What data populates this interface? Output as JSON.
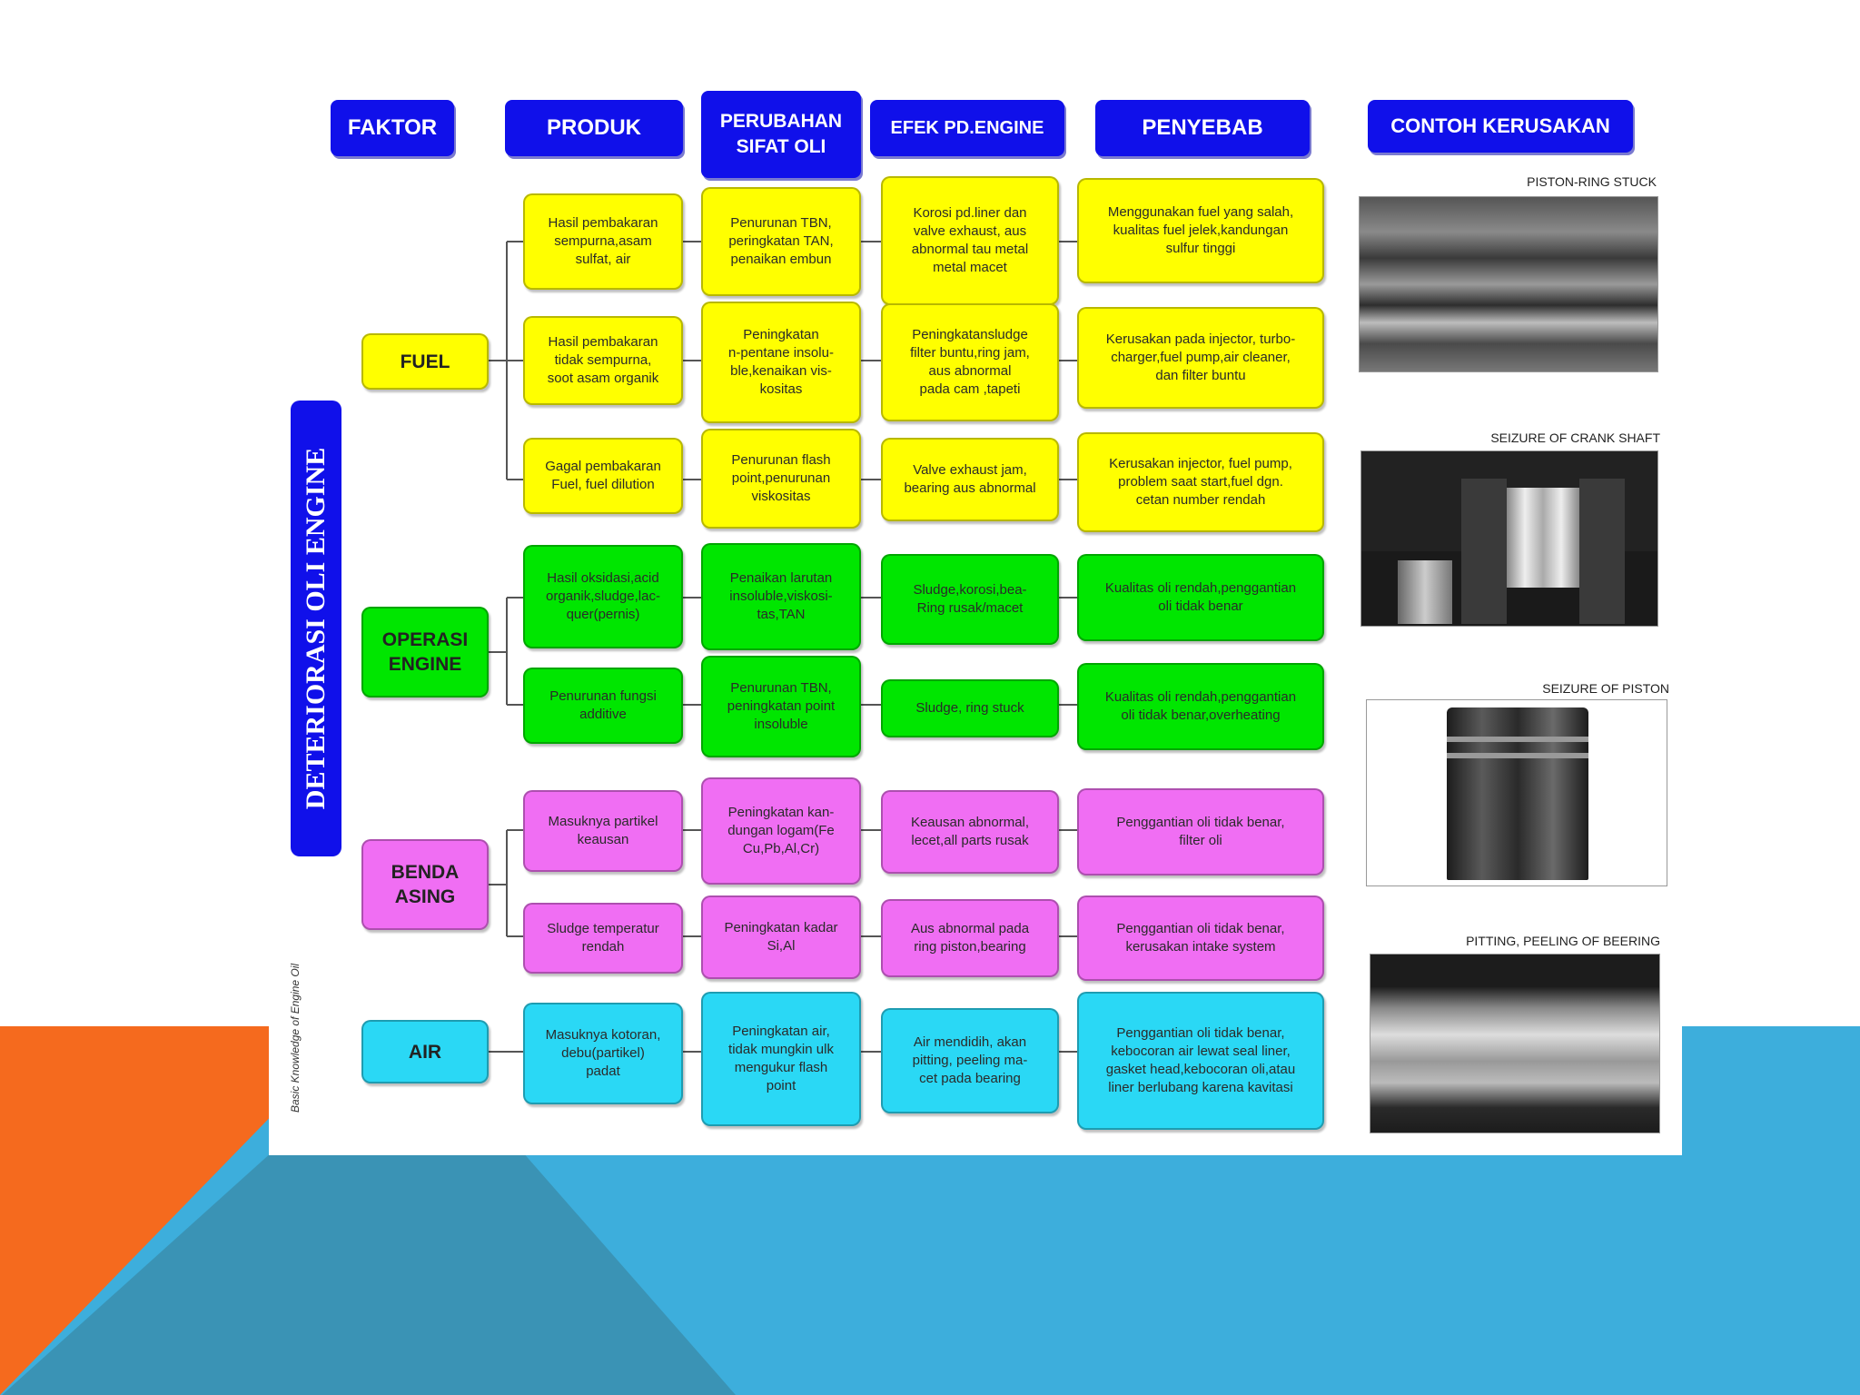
{
  "headers": {
    "faktor": "FAKTOR",
    "produk": "PRODUK",
    "perubahan": "PERUBAHAN\nSIFAT OLI",
    "efek": "EFEK PD.ENGINE",
    "penyebab": "PENYEBAB",
    "contoh": "CONTOH KERUSAKAN"
  },
  "side_title": "DETERIORASI OLI ENGINE",
  "footnote": "Basic Knowledge of Engine Oil",
  "factors": [
    {
      "label": "FUEL",
      "rows": [
        {
          "produk": "Hasil pembakaran\nsempurna,asam\nsulfat, air",
          "perubahan": "Penurunan TBN,\nperingkatan TAN,\npenaikan embun",
          "efek": "Korosi pd.liner dan\nvalve exhaust, aus\nabnormal tau metal\nmetal macet",
          "penyebab": "Menggunakan fuel yang salah,\nkualitas fuel jelek,kandungan\nsulfur tinggi"
        },
        {
          "produk": "Hasil pembakaran\ntidak sempurna,\nsoot asam organik",
          "perubahan": "Peningkatan\nn-pentane insolu-\nble,kenaikan vis-\nkositas",
          "efek": "Peningkatansludge\nfilter buntu,ring jam,\naus abnormal\npada cam ,tapeti",
          "penyebab": "Kerusakan pada injector, turbo-\ncharger,fuel pump,air cleaner,\ndan filter buntu"
        },
        {
          "produk": "Gagal pembakaran\nFuel, fuel dilution",
          "perubahan": "Penurunan flash\npoint,penurunan\nviskositas",
          "efek": "Valve exhaust jam,\nbearing aus abnormal",
          "penyebab": "Kerusakan injector, fuel pump,\nproblem saat start,fuel dgn.\ncetan number rendah"
        }
      ]
    },
    {
      "label": "OPERASI\nENGINE",
      "rows": [
        {
          "produk": "Hasil oksidasi,acid\norganik,sludge,lac-\nquer(pernis)",
          "perubahan": "Penaikan larutan\ninsoluble,viskosi-\ntas,TAN",
          "efek": "Sludge,korosi,bea-\nRing rusak/macet",
          "penyebab": "Kualitas oli rendah,penggantian\noli tidak benar"
        },
        {
          "produk": "Penurunan fungsi\nadditive",
          "perubahan": "Penurunan TBN,\npeningkatan point\ninsoluble",
          "efek": "Sludge, ring stuck",
          "penyebab": "Kualitas oli rendah,penggantian\noli tidak benar,overheating"
        }
      ]
    },
    {
      "label": "BENDA\nASING",
      "rows": [
        {
          "produk": "Masuknya partikel\nkeausan",
          "perubahan": "Peningkatan kan-\ndungan logam(Fe\nCu,Pb,Al,Cr)",
          "efek": "Keausan abnormal,\nlecet,all parts rusak",
          "penyebab": "Penggantian oli tidak benar,\nfilter oli"
        },
        {
          "produk": "Sludge temperatur\nrendah",
          "perubahan": "Peningkatan kadar\nSi,Al",
          "efek": "Aus abnormal pada\nring piston,bearing",
          "penyebab": "Penggantian oli tidak benar,\nkerusakan intake system"
        }
      ]
    },
    {
      "label": "AIR",
      "rows": [
        {
          "produk": "Masuknya kotoran,\ndebu(partikel)\npadat",
          "perubahan": "Peningkatan air,\ntidak mungkin ulk\nmengukur flash\npoint",
          "efek": "Air mendidih, akan\npitting, peeling ma-\ncet pada bearing",
          "penyebab": "Penggantian oli tidak benar,\nkebocoran air lewat seal liner,\ngasket head,kebocoran oli,atau\nliner berlubang karena kavitasi"
        }
      ]
    }
  ],
  "examples": [
    {
      "caption": "PISTON-RING STUCK",
      "icon": "piston-ring-photo"
    },
    {
      "caption": "SEIZURE OF CRANK SHAFT",
      "icon": "crank-shaft-photo"
    },
    {
      "caption": "SEIZURE OF PISTON",
      "icon": "piston-photo"
    },
    {
      "caption": "PITTING, PEELING OF BEERING",
      "icon": "bearing-photo"
    }
  ],
  "colors": {
    "header": "#1010ea",
    "fuel": "#ffff00",
    "operasi": "#00e600",
    "benda": "#f06ef3",
    "air": "#2ad8f5",
    "orange": "#f56a1e",
    "blue": "#3daedc"
  }
}
